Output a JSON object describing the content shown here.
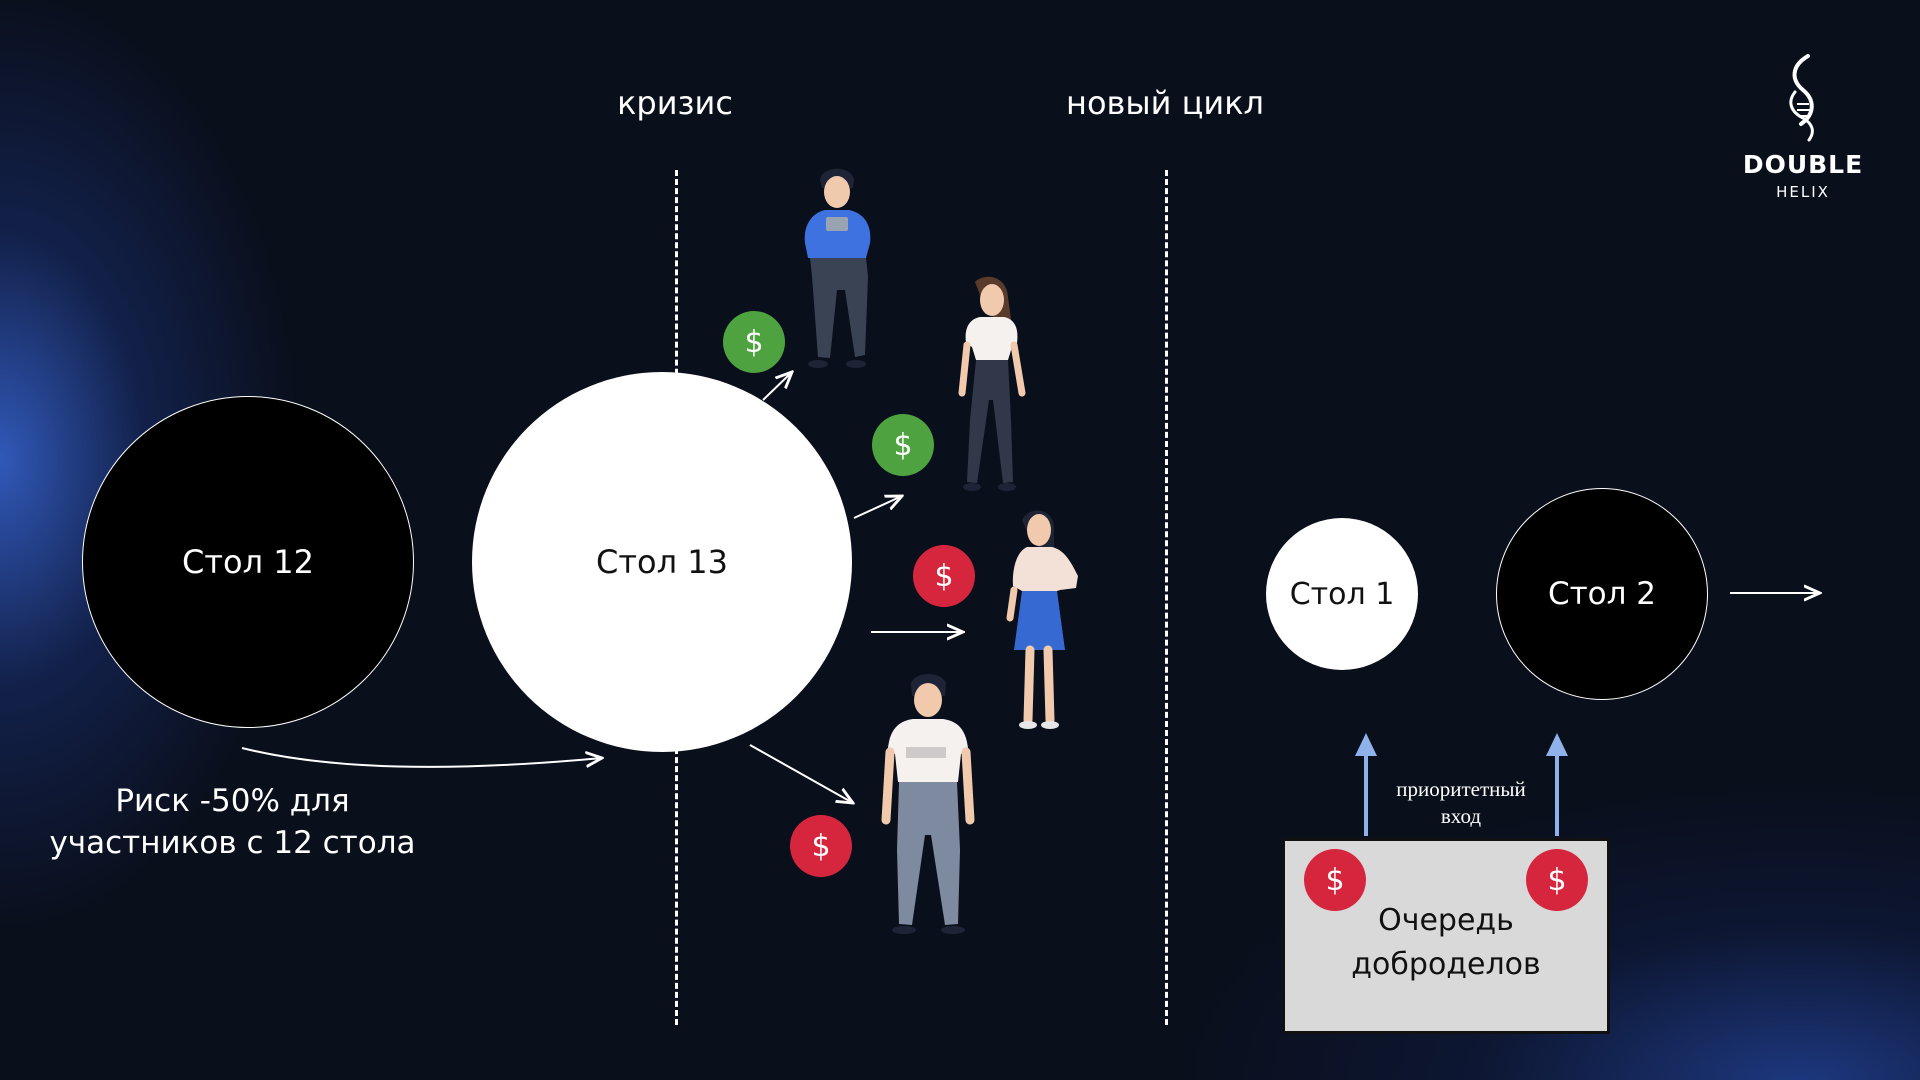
{
  "phases": {
    "crisis_label": "кризис",
    "new_cycle_label": "новый цикл"
  },
  "tables": {
    "t12": "Стол 12",
    "t13": "Стол 13",
    "t1": "Стол 1",
    "t2": "Стол 2"
  },
  "risk_note": {
    "line1": "Риск -50% для",
    "line2": "участников с 12 стола"
  },
  "coins": {
    "symbol": "$",
    "green_color": "#4ea240",
    "red_color": "#d6263d"
  },
  "priority_entry": {
    "line1": "приоритетный",
    "line2": "вход"
  },
  "queue": {
    "line1": "Очередь",
    "line2": "доброделов"
  },
  "logo": {
    "word": "DOUBLE",
    "sub": "HELIX"
  },
  "colors": {
    "background": "#0a0f1c",
    "accent_blue": "#8fb2ea"
  }
}
